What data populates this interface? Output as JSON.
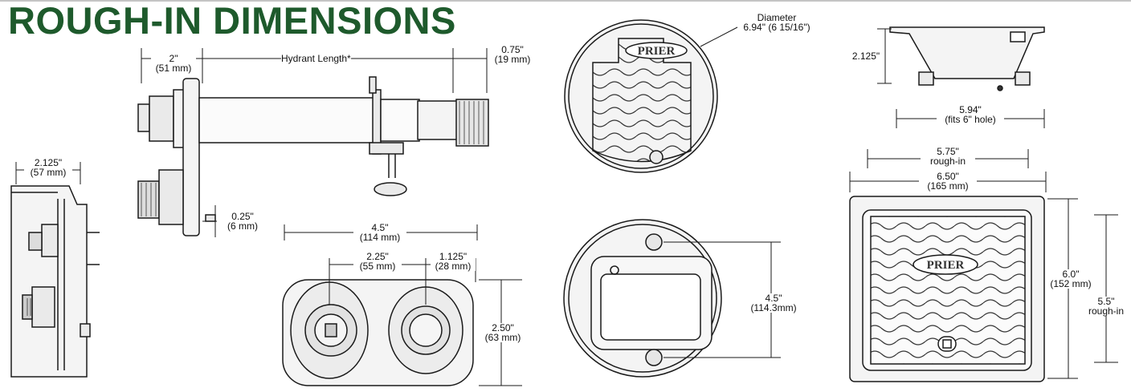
{
  "title": "ROUGH-IN DIMENSIONS",
  "colors": {
    "title": "#1e5a2c",
    "line": "#1a1a1a",
    "fill": "#f4f4f4"
  },
  "brand_logo_text": "PRIER",
  "labels": {
    "side_width": [
      "2.125\"",
      "(57 mm)"
    ],
    "flange": [
      "2\"",
      "(51 mm)"
    ],
    "hydrant_length": "Hydrant Length*",
    "outlet": [
      "0.75\"",
      "(19 mm)"
    ],
    "offset": [
      "0.25\"",
      "(6 mm)"
    ],
    "total_width": [
      "4.5\"",
      "(114 mm)"
    ],
    "center_spacing": [
      "2.25\"",
      "(55 mm)"
    ],
    "edge_offset": [
      "1.125\"",
      "(28 mm)"
    ],
    "face_height": [
      "2.50\"",
      "(63 mm)"
    ],
    "diameter": [
      "Diameter",
      "6.94\" (6 15/16\")"
    ],
    "screw_spacing": [
      "4.5\"",
      "(114.3mm)"
    ],
    "box_depth": "2.125\"",
    "box_width": [
      "5.94\"",
      "(fits 6\" hole)"
    ],
    "rough_in_width": [
      "5.75\"",
      "rough-in"
    ],
    "outer_width": [
      "6.50\"",
      "(165 mm)"
    ],
    "outer_height": [
      "6.0\"",
      "(152 mm)"
    ],
    "rough_in_height": [
      "5.5\"",
      "rough-in"
    ]
  }
}
